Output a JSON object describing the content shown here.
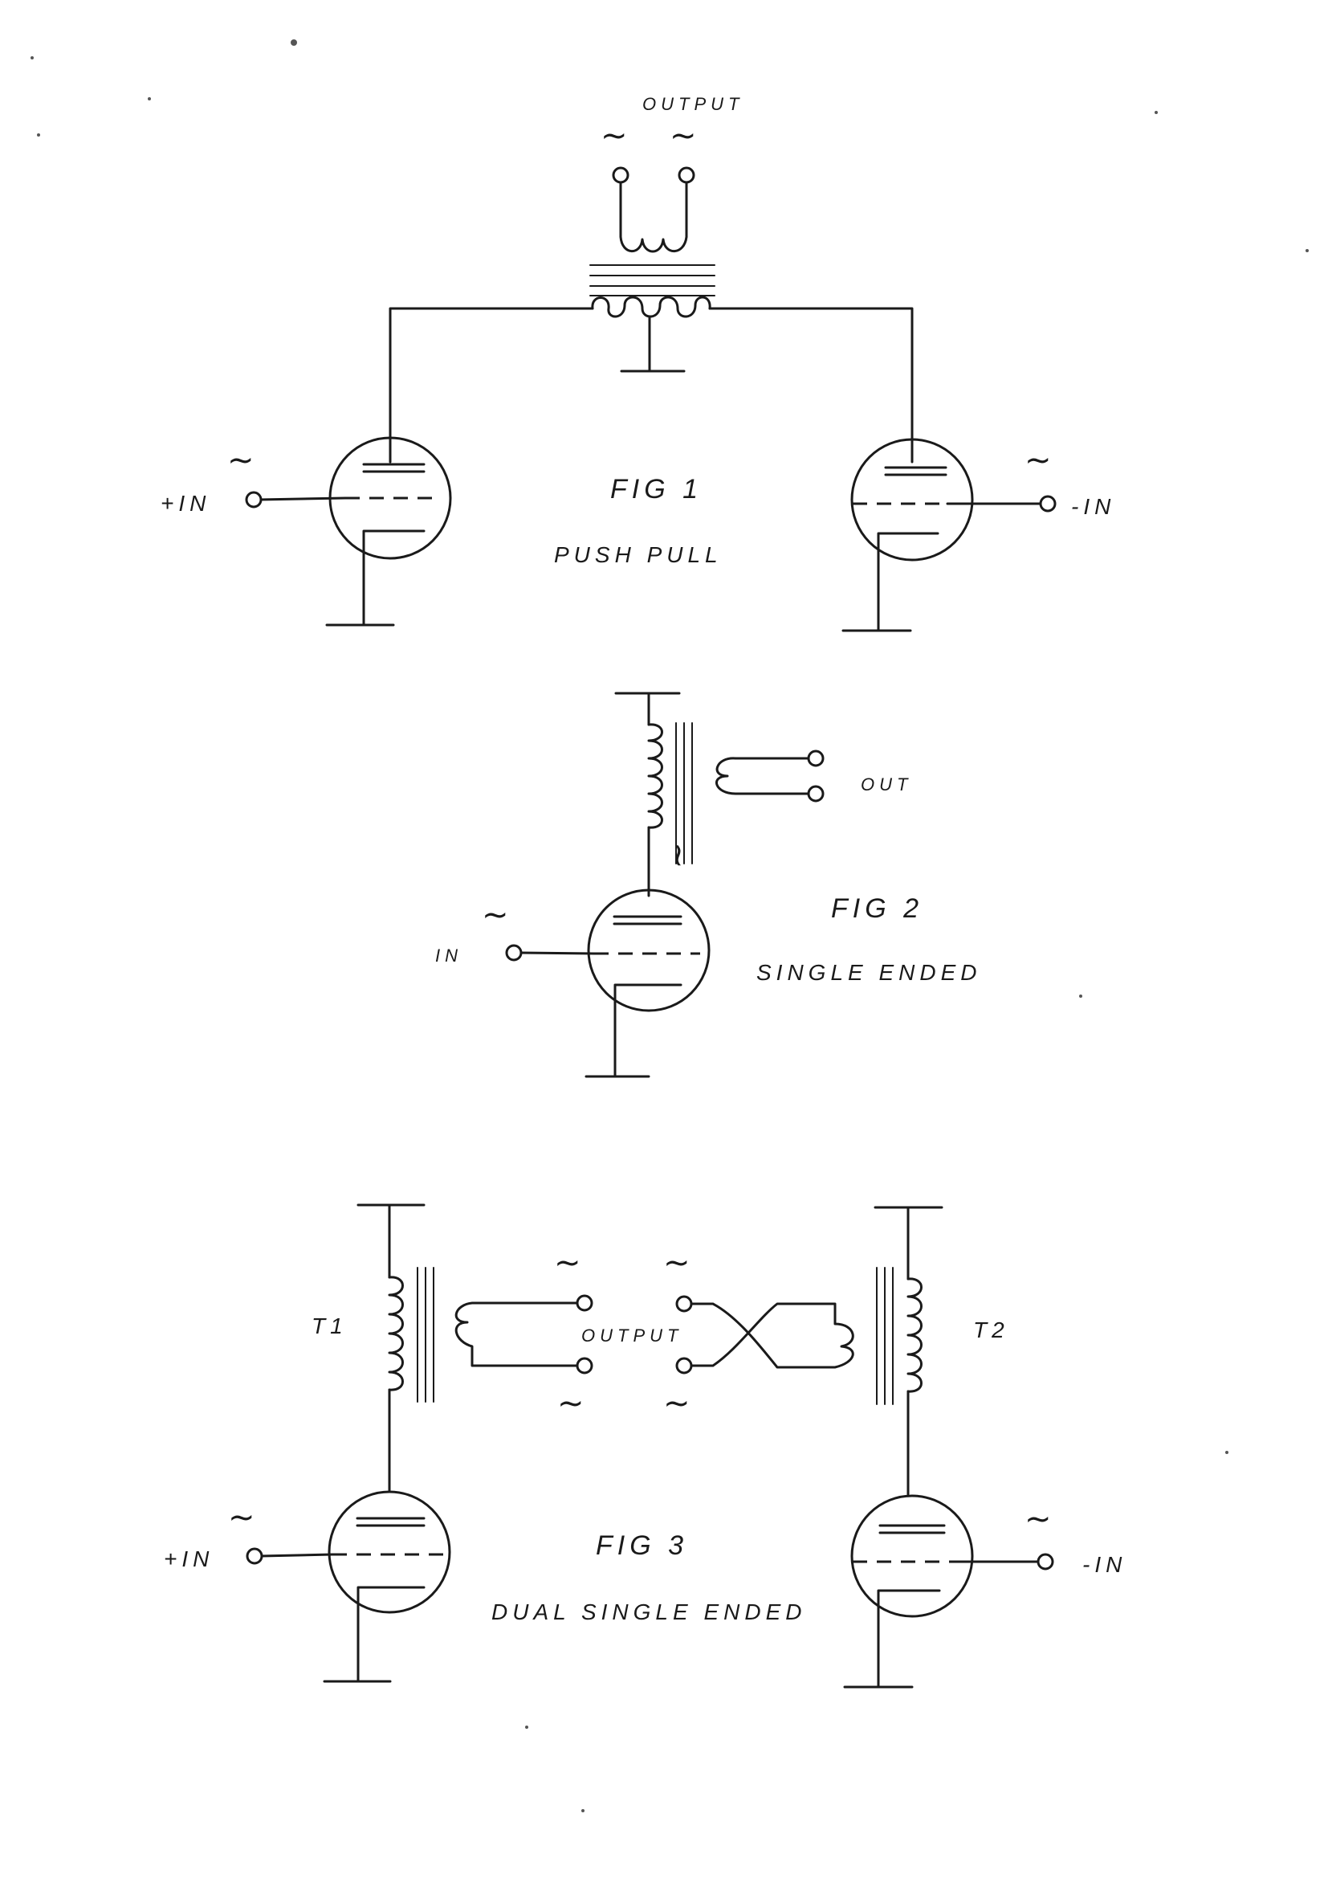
{
  "figures": [
    {
      "id": "fig1",
      "caption": "FIG 1",
      "subtitle": "PUSH PULL",
      "output_label": "OUTPUT",
      "input_left": "+IN",
      "input_right": "-IN",
      "wave_symbols": [
        "~",
        "~",
        "~",
        "~"
      ]
    },
    {
      "id": "fig2",
      "caption": "FIG 2",
      "subtitle": "SINGLE ENDED",
      "output_label": "OUT",
      "input": "IN",
      "wave_symbols": [
        "~",
        "~"
      ]
    },
    {
      "id": "fig3",
      "caption": "FIG 3",
      "subtitle": "DUAL SINGLE ENDED",
      "output_label": "OUTPUT",
      "transformer_left": "T1",
      "transformer_right": "T2",
      "input_left": "+IN",
      "input_right": "-IN",
      "wave_symbols": [
        "~",
        "~",
        "~",
        "~",
        "~",
        "~"
      ]
    }
  ]
}
